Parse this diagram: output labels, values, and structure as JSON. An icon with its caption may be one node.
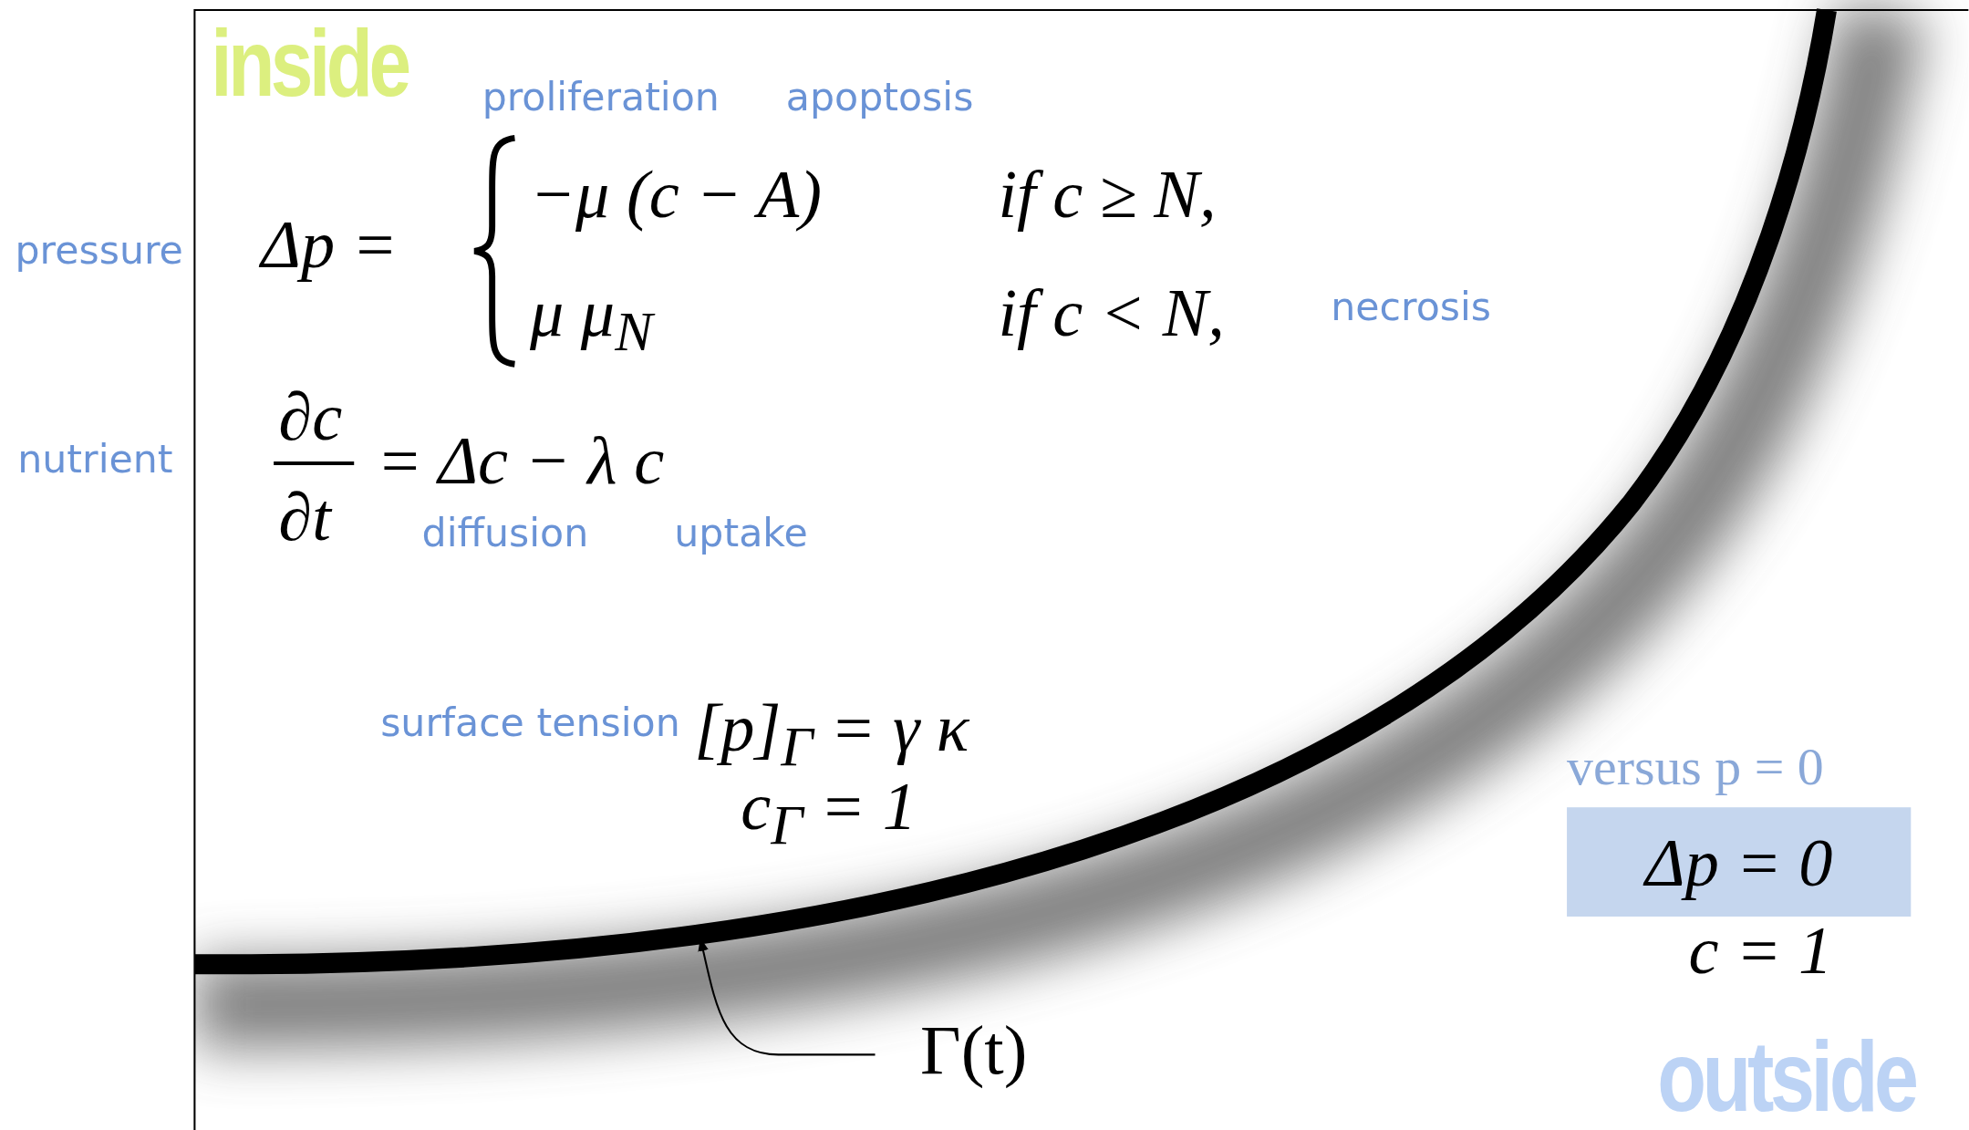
{
  "diagram": {
    "nodes": [
      {
        "text": [
          "Δp = 0"
        ]
      },
      {
        "text": [],
        "shape": "curve"
      },
      {
        "text": [
          "Γ(t)"
        ]
      }
    ],
    "edges": [
      {
        "from": 2,
        "to": 1,
        "arrow": "to"
      }
    ],
    "labels": [
      "inside",
      "proliferation",
      "apoptosis",
      "pressure",
      "Δp =",
      "−μ (c − A)",
      "if c ≥ N,",
      "μ μ$_{N}$",
      "if c < N,",
      "necrosis",
      "nutrient",
      "∂c",
      "= Δc − λ c",
      "∂t",
      "diffusion",
      "uptake",
      "surface tension",
      "[p]$_{Γ}$ = γ κ",
      "c$_{Γ}$ = 1",
      "versus p = 0",
      "c = 1",
      "outside"
    ]
  }
}
